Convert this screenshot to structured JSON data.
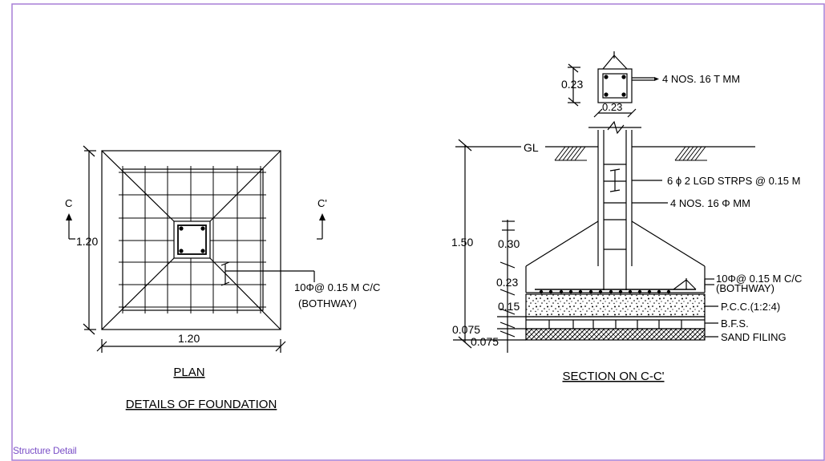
{
  "sheet_label": "Structure Detail",
  "colors": {
    "frame": "#a77fd6",
    "ink": "#000000",
    "label": "#7a4fc7"
  },
  "plan": {
    "dim_side": "1.20",
    "dim_bottom": "1.20",
    "section_left": "C",
    "section_right": "C'",
    "rebar_note_1": "10Φ@ 0.15 M C/C",
    "rebar_note_2": "(BOTHWAY)",
    "title": "PLAN",
    "caption": "DETAILS OF FOUNDATION"
  },
  "section": {
    "col_dim_side": "0.23",
    "col_dim_bottom": "0.23",
    "col_bars": "4 NOS. 16  T  MM",
    "gl": "GL",
    "stirrups": "6  ϕ 2 LGD STRPS @ 0.15 M",
    "main_bars": "4 NOS. 16  Φ  MM",
    "dim_total": "1.50",
    "dim_taper": "0.30",
    "dim_base": "0.23",
    "dim_pcc": "0.15",
    "dim_bfs": "0.075",
    "dim_sand": "0.075",
    "mesh_note_1": "10Φ@ 0.15 M C/C",
    "mesh_note_2": "(BOTHWAY)",
    "layer_pcc": "P.C.C.(1:2:4)",
    "layer_bfs": "B.F.S.",
    "layer_sand": "SAND FILING",
    "title": "SECTION ON C-C'"
  }
}
